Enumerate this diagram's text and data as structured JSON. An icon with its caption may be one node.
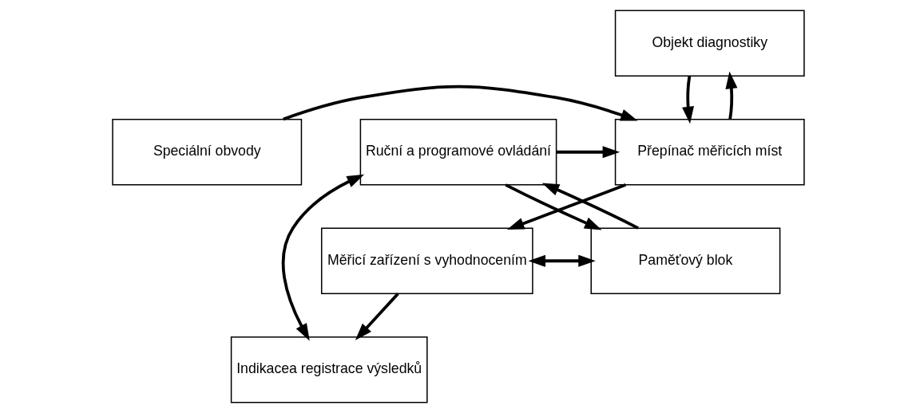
{
  "diagram": {
    "nodes": [
      {
        "text": [
          "Objekt diagnostiky"
        ]
      },
      {
        "text": [
          "Speciální obvody"
        ]
      },
      {
        "text": [
          "Přepínač měřicích míst"
        ]
      },
      {
        "text": [
          "Ruční a programové ovládání"
        ]
      },
      {
        "text": [
          "Měřicí zařízení s vyhodnocením"
        ]
      },
      {
        "text": [
          "Paměťový blok"
        ]
      },
      {
        "text": [
          "Indikacea registrace výsledků"
        ]
      }
    ],
    "edges": [
      {
        "from": 2,
        "to": 0,
        "arrow": "to"
      },
      {
        "from": 0,
        "to": 2,
        "arrow": "to"
      },
      {
        "from": 1,
        "to": 2,
        "arrow": "to"
      },
      {
        "from": 3,
        "to": 2,
        "arrow": "to"
      },
      {
        "from": 2,
        "to": 4,
        "arrow": "to"
      },
      {
        "from": 3,
        "to": 5,
        "arrow": "to"
      },
      {
        "from": 5,
        "to": 3,
        "arrow": "to"
      },
      {
        "from": 4,
        "to": 5,
        "arrow": "both"
      },
      {
        "from": 4,
        "to": 6,
        "arrow": "to"
      },
      {
        "from": 3,
        "to": 6,
        "arrow": "both"
      }
    ]
  }
}
